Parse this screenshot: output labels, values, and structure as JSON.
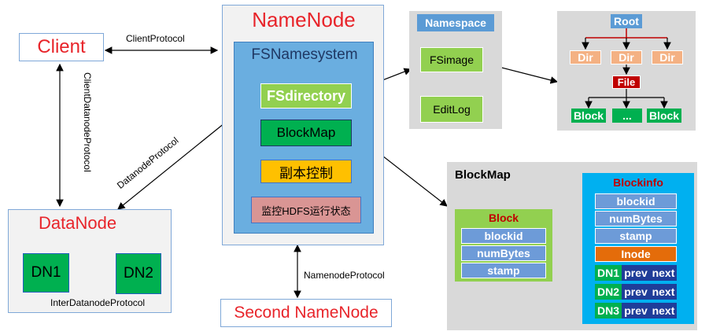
{
  "client": "Client",
  "namenode": {
    "title": "NameNode",
    "fsns": "FSNamesystem",
    "fsdirectory": "FSdirectory",
    "blockmap": "BlockMap",
    "replica": "副本控制",
    "monitor": "监控HDFS运行状态"
  },
  "datanode": {
    "title": "DataNode",
    "dn1": "DN1",
    "dn2": "DN2",
    "inter_protocol": "InterDatanodeProtocol"
  },
  "second": "Second NameNode",
  "protocols": {
    "client": "ClientProtocol",
    "client_datanode": "ClientDatanodeProtocol",
    "datanode": "DatanodeProtocol",
    "namenode": "NamenodeProtocol"
  },
  "namespace": {
    "title": "Namespace",
    "fsimage": "FSimage",
    "editlog": "EditLog"
  },
  "tree": {
    "root": "Root",
    "dirs": [
      "Dir",
      "Dir",
      "Dir"
    ],
    "file": "File",
    "blocks": [
      "Block",
      "...",
      "Block"
    ]
  },
  "blockmap_panel": {
    "title": "BlockMap",
    "block_title": "Block",
    "block_fields": [
      "blockid",
      "numBytes",
      "stamp"
    ],
    "info_title": "Blockinfo",
    "info_fields": [
      "blockid",
      "numBytes",
      "stamp"
    ],
    "inode": "Inode",
    "dn_rows": [
      {
        "dn": "DN1",
        "prev": "prev",
        "next": "next"
      },
      {
        "dn": "DN2",
        "prev": "prev",
        "next": "next"
      },
      {
        "dn": "DN3",
        "prev": "prev",
        "next": "next"
      }
    ]
  },
  "colors": {
    "red_text": "#e8242a",
    "blue_panel": "#6aaee0",
    "green_box": "#00b050",
    "light_green": "#92d050",
    "yellow": "#ffc000",
    "pink": "#d99594",
    "field_blue": "#6d9bd8",
    "inode_orange": "#e46c0a",
    "file_red": "#c00000",
    "dark_blue": "#1f3d99"
  }
}
